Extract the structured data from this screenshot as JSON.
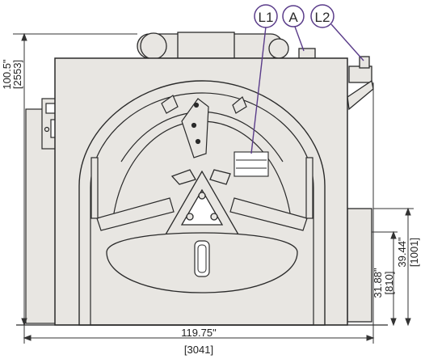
{
  "callouts": {
    "l1": "L1",
    "a": "A",
    "l2": "L2"
  },
  "dimensions": {
    "height_total_in": "100.5\"",
    "height_total_mm": "[2553]",
    "width_total_in": "119.75\"",
    "width_total_mm": "[3041]",
    "height_right_upper_in": "39.44\"",
    "height_right_upper_mm": "[1001]",
    "height_right_lower_in": "31.88\"",
    "height_right_lower_mm": "[810]"
  },
  "colors": {
    "machine_fill": "#e8e6e2",
    "outline": "#2a2a2a",
    "callout_purple": "#5a3c8a",
    "dimension_line": "#333333"
  }
}
